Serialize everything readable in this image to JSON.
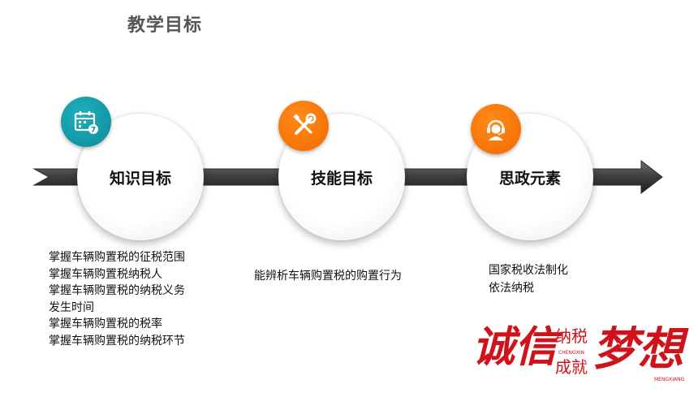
{
  "title": "教学目标",
  "goals": [
    {
      "label": "知识目标",
      "icon": "calendar-icon",
      "color": "#0e8a98",
      "lines": [
        "掌握车辆购置税的征税范围",
        "掌握车辆购置税纳税人",
        "掌握车辆购置税的纳税义务",
        "发生时间",
        "掌握车辆购置税的税率",
        "掌握车辆购置税的纳税环节"
      ]
    },
    {
      "label": "技能目标",
      "icon": "tools-icon",
      "color": "#f26a00",
      "lines": [
        "能辨析车辆购置税的购置行为"
      ]
    },
    {
      "label": "思政元素",
      "icon": "headset-agent-icon",
      "color": "#f26a00",
      "lines": [
        "国家税收法制化",
        "依法纳税"
      ]
    }
  ],
  "banner": {
    "chars_left": "诚信",
    "chars_small_top": "纳税",
    "pinyin_small": "CHENGXIN",
    "chars_small_bottom": "成就",
    "chars_right": "梦想",
    "pinyin_right": "MENGXIANG",
    "color": "#d0131a"
  }
}
